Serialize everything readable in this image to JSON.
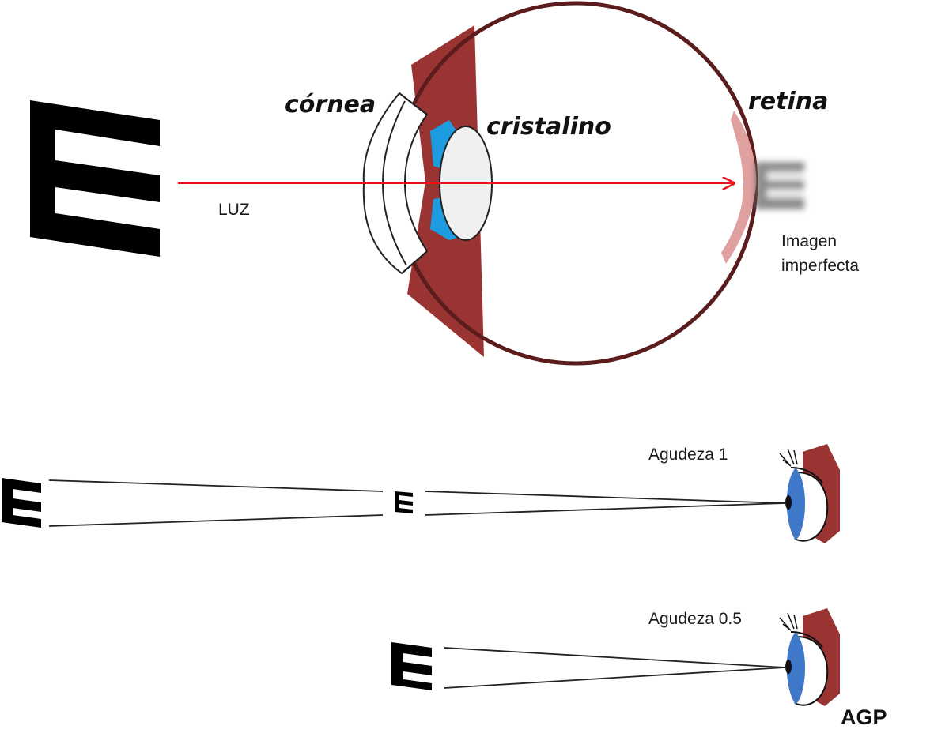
{
  "labels": {
    "cornea": "córnea",
    "lens": "cristalino",
    "retina": "retina",
    "light": "LUZ",
    "image_line1": "Imagen",
    "image_line2": "imperfecta",
    "acuity_1": "Agudeza 1",
    "acuity_half": "Agudeza 0.5",
    "signature": "AGP"
  },
  "colors": {
    "eye_outline": "#5a1c1c",
    "muscle": "#9a3432",
    "iris_blue": "#1e9ce0",
    "retina_pink": "#e0a0a0",
    "light_ray": "#e8141a",
    "eye_small_blue": "#3f78c8",
    "letter": "#000000"
  }
}
